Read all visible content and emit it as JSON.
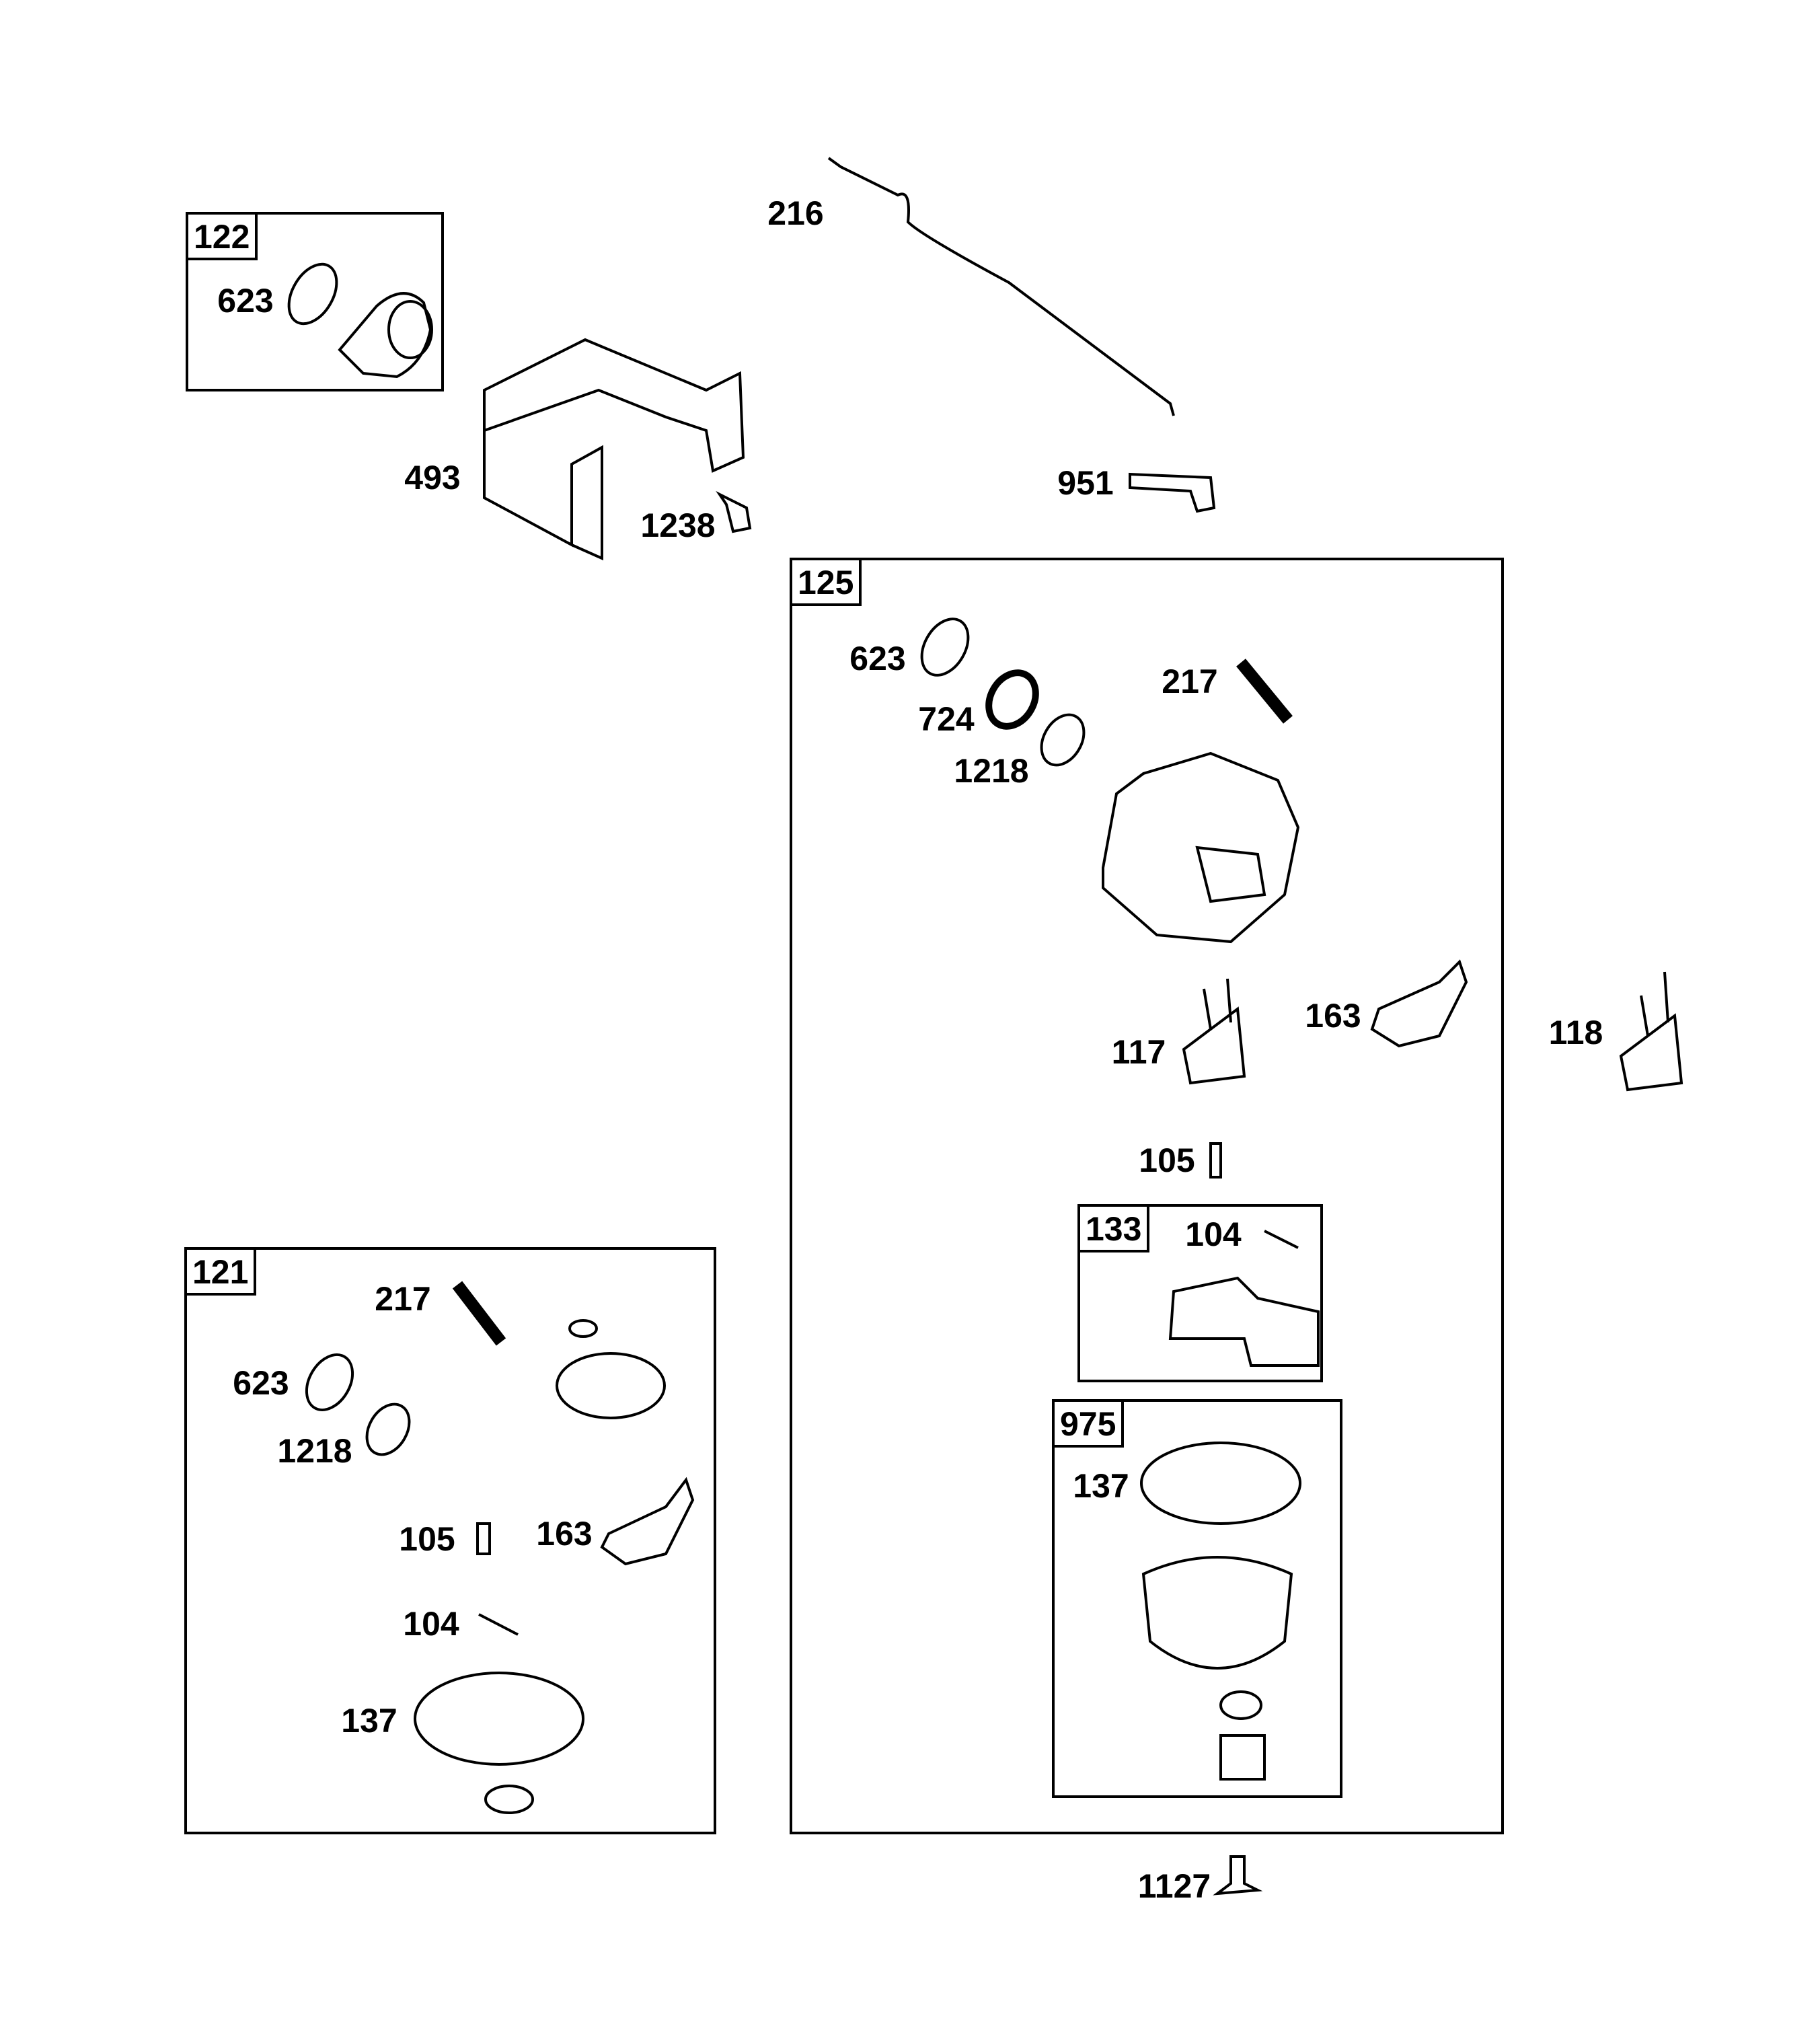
{
  "kits": [
    {
      "id": "122",
      "parts": [
        "623"
      ]
    },
    {
      "id": "125",
      "parts": [
        "623",
        "724",
        "1218",
        "217",
        "117",
        "163",
        "105"
      ]
    },
    {
      "id": "133",
      "parts": [
        "104"
      ]
    },
    {
      "id": "975",
      "parts": [
        "137"
      ]
    },
    {
      "id": "121",
      "parts": [
        "217",
        "623",
        "1218",
        "105",
        "163",
        "104",
        "137"
      ]
    }
  ],
  "labels": {
    "p216": "216",
    "p493": "493",
    "p1238": "1238",
    "p951": "951",
    "p118": "118",
    "p1127": "1127"
  }
}
